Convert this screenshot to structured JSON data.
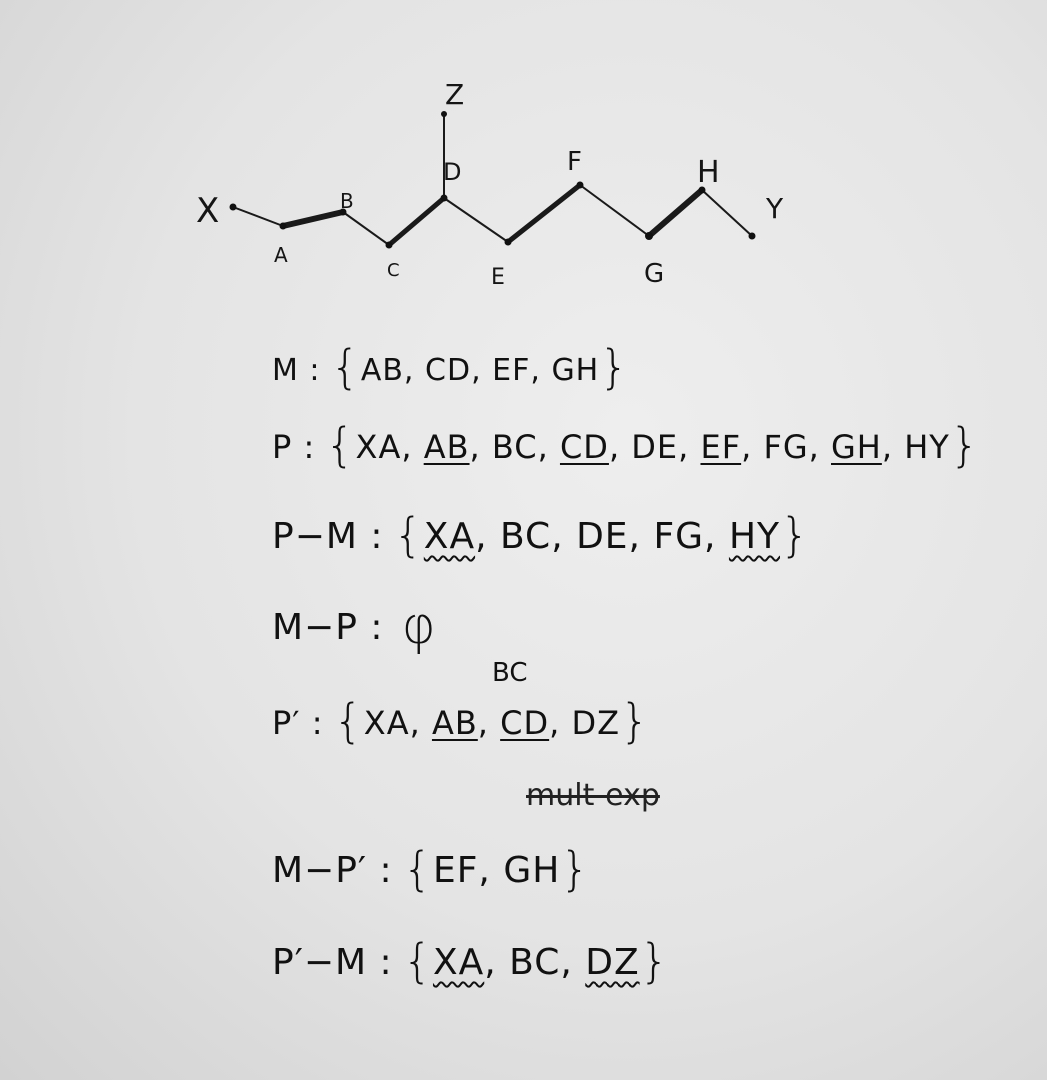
{
  "graph": {
    "nodes": {
      "X": "X",
      "A": "A",
      "B": "B",
      "C": "C",
      "D": "D",
      "Z": "Z",
      "E": "E",
      "F": "F",
      "G": "G",
      "H": "H",
      "Y": "Y"
    }
  },
  "lines": {
    "m": {
      "name": "M :",
      "open": "{",
      "items": [
        "AB",
        "CD",
        "EF",
        "GH"
      ],
      "close": "}"
    },
    "p": {
      "name": "P :",
      "open": "{",
      "items": [
        "XA",
        "AB",
        "BC",
        "CD",
        "DE",
        "EF",
        "FG",
        "GH",
        "HY"
      ],
      "close": "}"
    },
    "pm": {
      "name": "P−M :",
      "open": "{",
      "items": [
        "XA",
        "BC",
        "DE",
        "FG",
        "HY"
      ],
      "close": "}"
    },
    "mp": {
      "name": "M−P :",
      "value": "φ"
    },
    "pp": {
      "name": "P′ :",
      "open": "{",
      "items": [
        "XA",
        "AB",
        "CD",
        "DZ"
      ],
      "close": "}",
      "insert_note": "BC"
    },
    "mpp": {
      "name": "M−P′ :",
      "open": "{",
      "items": [
        "EF",
        "GH"
      ],
      "close": "}",
      "strike_note": "mult-exp"
    },
    "ppm": {
      "name": "P′−M :",
      "open": "{",
      "items": [
        "XA",
        "BC",
        "DZ"
      ],
      "close": "}"
    }
  }
}
